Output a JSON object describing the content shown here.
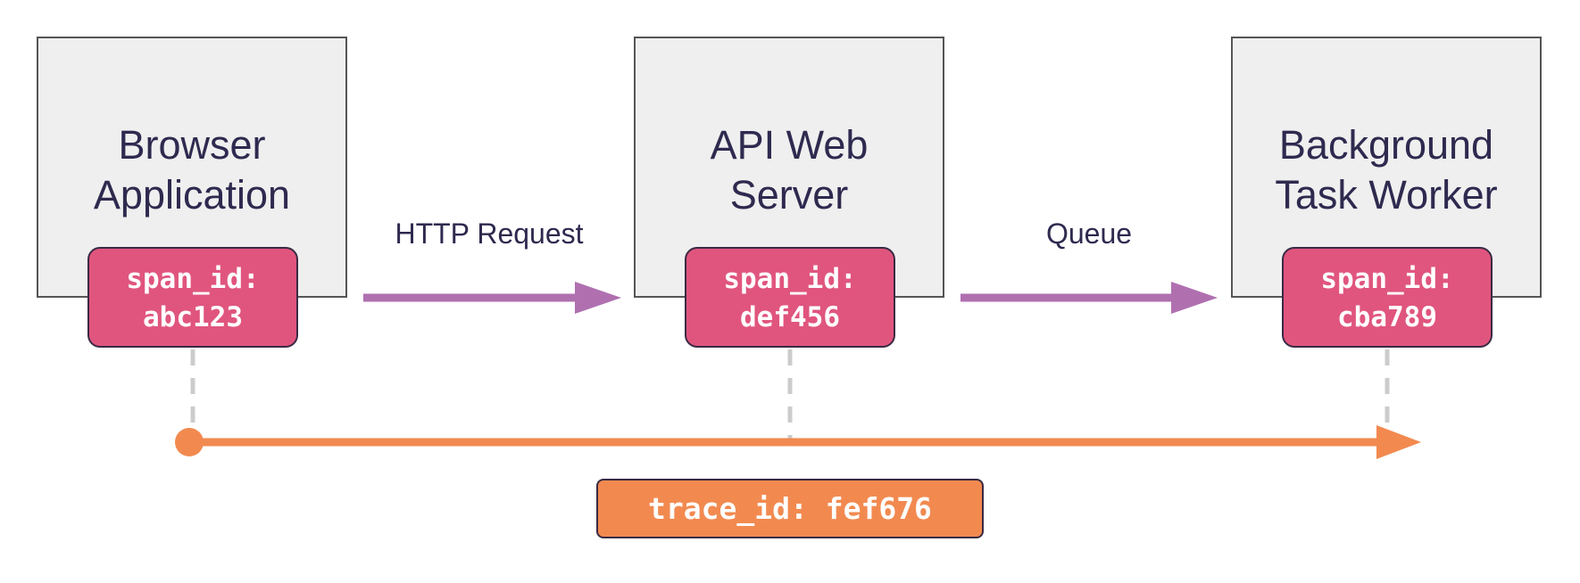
{
  "services": [
    {
      "id": "browser",
      "title": "Browser\nApplication",
      "span_id": "span_id:\nabc123"
    },
    {
      "id": "api",
      "title": "API Web\nServer",
      "span_id": "span_id:\ndef456"
    },
    {
      "id": "worker",
      "title": "Background\nTask Worker",
      "span_id": "span_id:\ncba789"
    }
  ],
  "edges": [
    {
      "label": "HTTP Request"
    },
    {
      "label": "Queue"
    }
  ],
  "trace": {
    "label": "trace_id: fef676"
  },
  "colors": {
    "box_fill": "#efefef",
    "box_border": "#555555",
    "title_text": "#2e2a4f",
    "span_fill": "#e0557e",
    "edge_arrow": "#b070b0",
    "trace_line": "#f28a50",
    "dashed_connector": "#cccccc"
  }
}
